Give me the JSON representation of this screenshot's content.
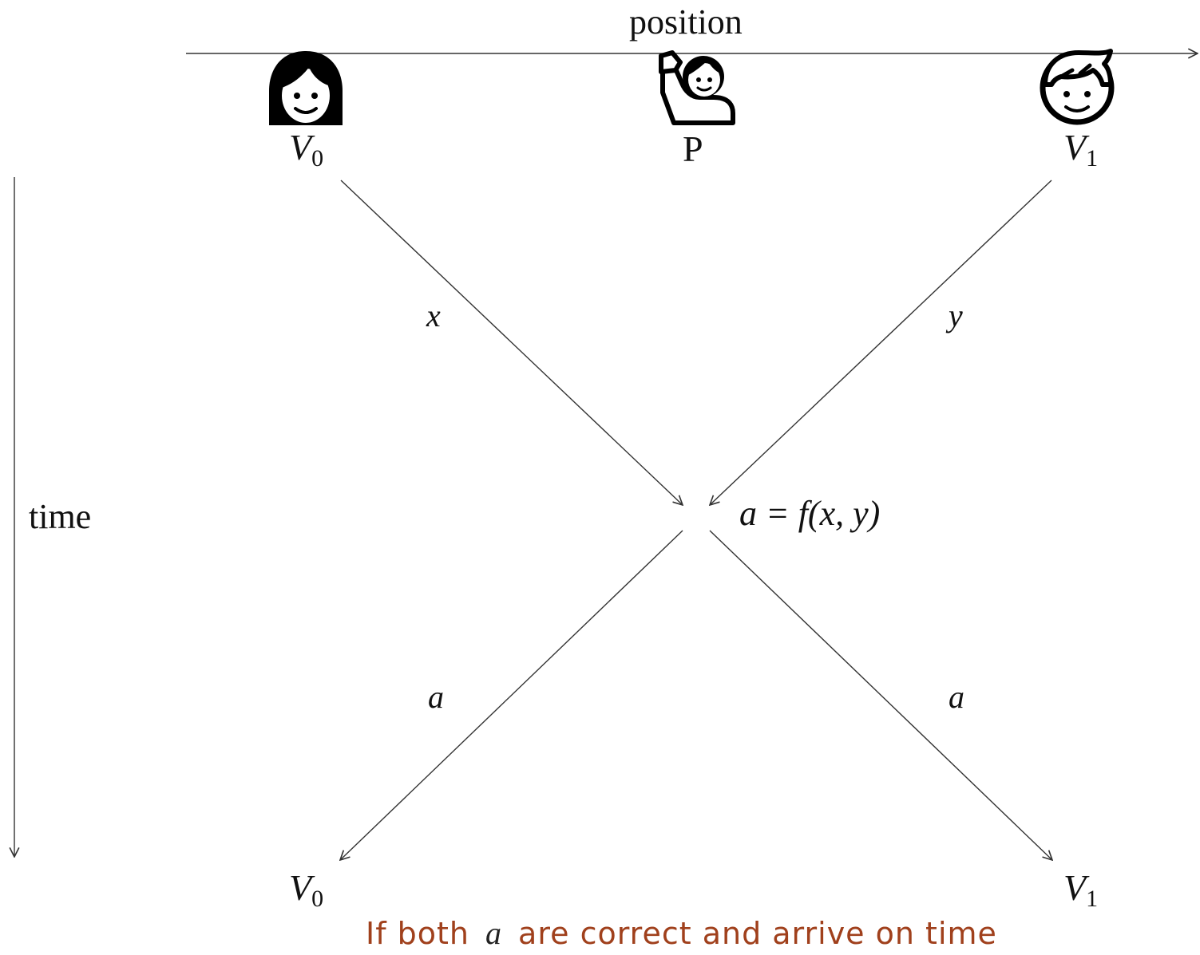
{
  "axes": {
    "position_label": "position",
    "time_label": "time"
  },
  "nodes": {
    "v0_top": {
      "base": "V",
      "sub": "0",
      "icon": "woman-icon"
    },
    "p_top": {
      "text": "P",
      "icon": "person-raising-hand-icon"
    },
    "v1_top": {
      "base": "V",
      "sub": "1",
      "icon": "man-icon"
    },
    "v0_bottom": {
      "base": "V",
      "sub": "0"
    },
    "v1_bottom": {
      "base": "V",
      "sub": "1"
    }
  },
  "edges": {
    "x_label": "x",
    "y_label": "y",
    "a_left_label": "a",
    "a_right_label": "a"
  },
  "center": {
    "formula": "a = f(x, y)"
  },
  "note": {
    "prefix": "If both",
    "var": "a",
    "suffix": "are correct and arrive on time"
  },
  "colors": {
    "line": "#333333",
    "note": "#a0401c"
  }
}
